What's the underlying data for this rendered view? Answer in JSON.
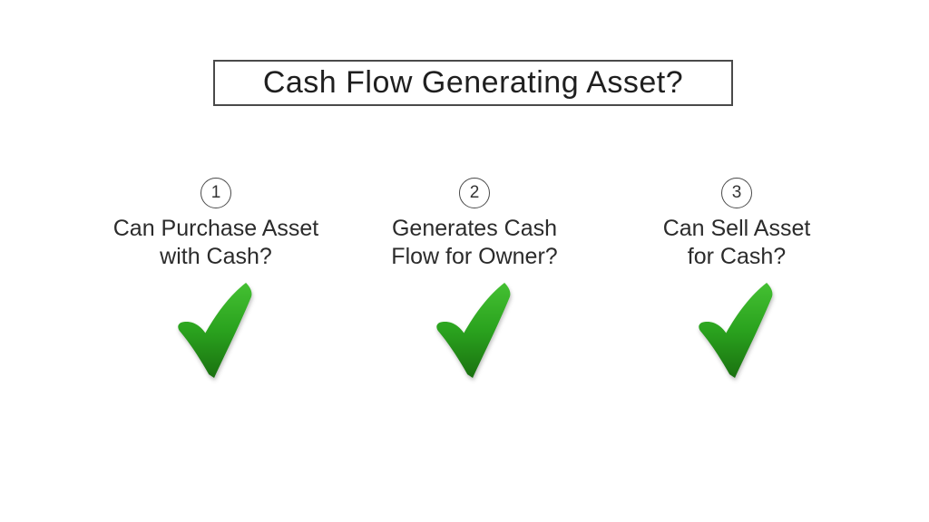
{
  "title": {
    "text": "Cash Flow Generating Asset?"
  },
  "columns": [
    {
      "number": "1",
      "line1": "Can Purchase Asset",
      "line2": "with Cash?",
      "result_icon": "green-checkmark"
    },
    {
      "number": "2",
      "line1": "Generates Cash",
      "line2": "Flow for Owner?",
      "result_icon": "green-checkmark"
    },
    {
      "number": "3",
      "line1": "Can Sell Asset",
      "line2": "for Cash?",
      "result_icon": "green-checkmark"
    }
  ],
  "colors": {
    "background": "#ffffff",
    "text": "#2b2b2b",
    "box_border": "#4a4a4a",
    "check_green_light": "#44c032",
    "check_green_mid": "#2aa21e",
    "check_green_dark": "#1a7110"
  }
}
